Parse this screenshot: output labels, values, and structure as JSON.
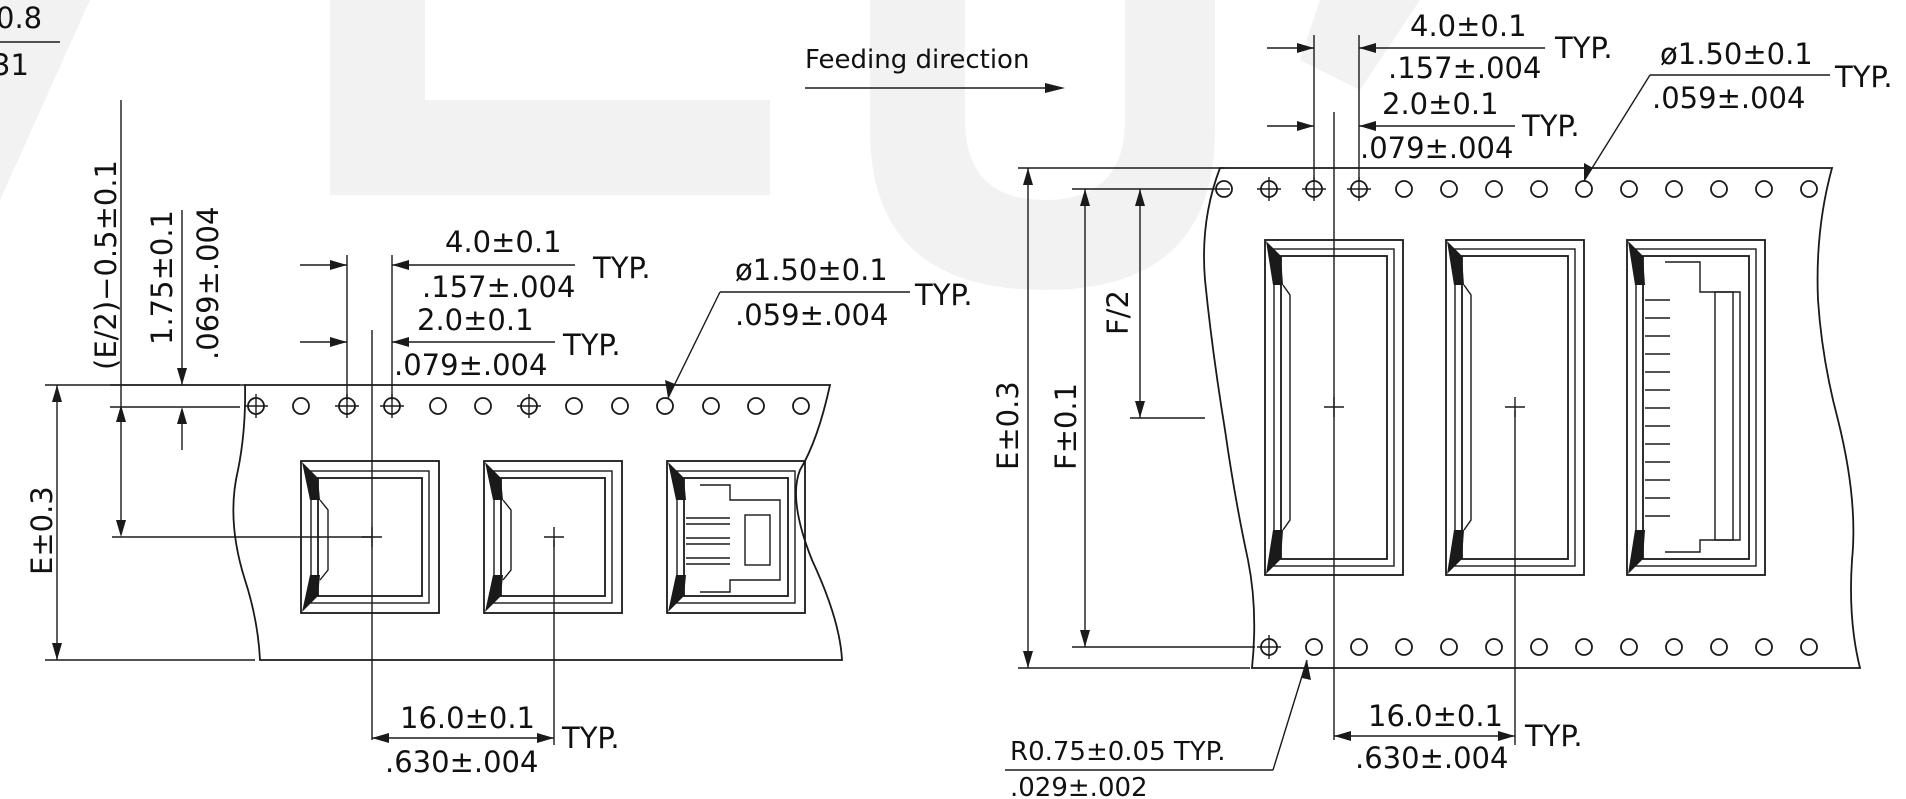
{
  "colors": {
    "line": "#1a1a1a",
    "watermark": "#f2f2f2",
    "text": "#111111"
  },
  "left_view": {
    "top_clip_1": "0.8",
    "top_clip_2": "31",
    "offset_label": "(E/2)−0.5±0.1",
    "edge_label_mm": "1.75±0.1",
    "edge_label_in": ".069±.004",
    "pitch_mm": "4.0±0.1",
    "pitch_in": ".157±.004",
    "pitch_typ": "TYP.",
    "half_pitch_mm": "2.0±0.1",
    "half_pitch_in": ".079±.004",
    "half_pitch_typ": "TYP.",
    "hole_dia_mm": "ø1.50±0.1",
    "hole_dia_in": ".059±.004",
    "hole_dia_typ": "TYP.",
    "width_label": "E±0.3",
    "cavity_pitch_mm": "16.0±0.1",
    "cavity_pitch_in": ".630±.004",
    "cavity_pitch_typ": "TYP."
  },
  "right_view": {
    "feeding": "Feeding  direction",
    "pitch_mm": "4.0±0.1",
    "pitch_in": ".157±.004",
    "pitch_typ": "TYP.",
    "half_pitch_mm": "2.0±0.1",
    "half_pitch_in": ".079±.004",
    "half_pitch_typ": "TYP.",
    "hole_dia_mm": "ø1.50±0.1",
    "hole_dia_in": ".059±.004",
    "hole_dia_typ": "TYP.",
    "half_f_label": "F/2",
    "f_label": "F±0.1",
    "width_label": "E±0.3",
    "radius_mm": "R0.75±0.05  TYP.",
    "radius_in": ".029±.002",
    "cavity_pitch_mm": "16.0±0.1",
    "cavity_pitch_in": ".630±.004",
    "cavity_pitch_typ": "TYP."
  }
}
